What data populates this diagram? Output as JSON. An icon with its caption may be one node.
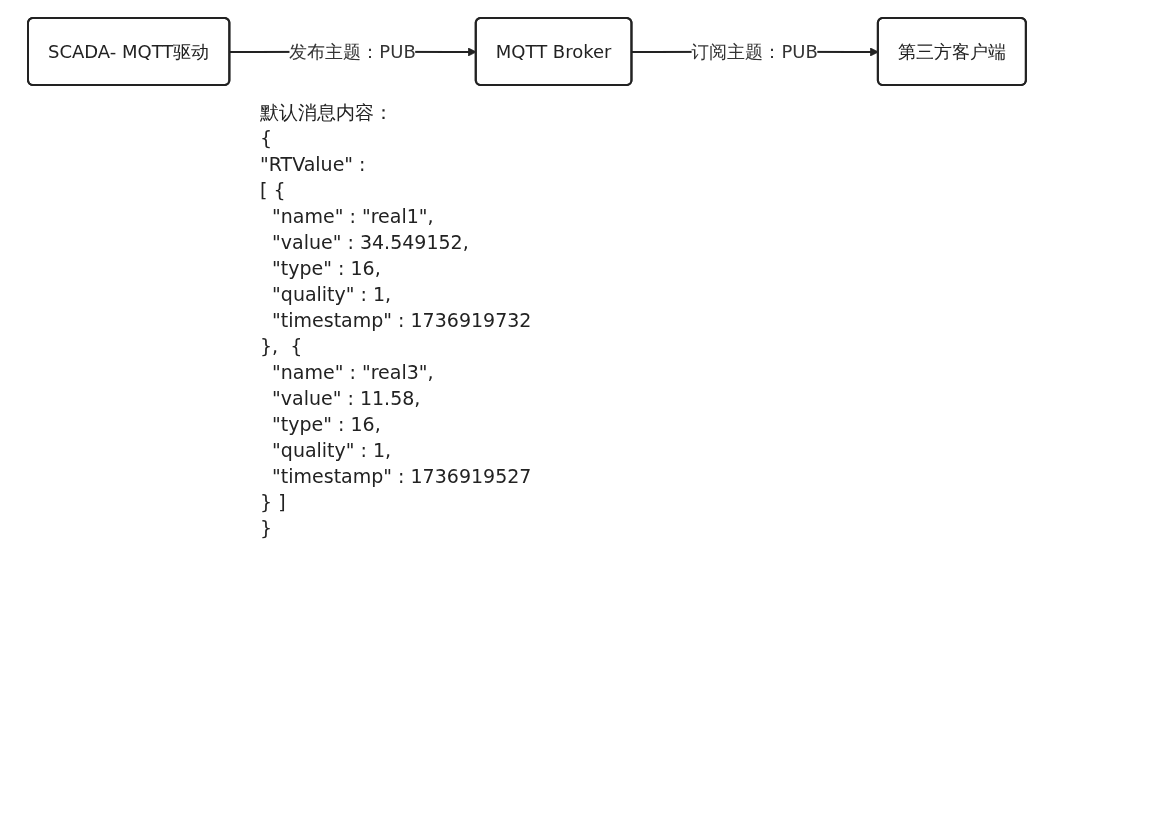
{
  "diagram": {
    "nodes": [
      {
        "text": [
          "SCADA- MQTT驱动"
        ]
      },
      {
        "text": [
          "MQTT Broker"
        ]
      },
      {
        "text": [
          "第三方客户端"
        ]
      }
    ],
    "edges": [
      {
        "from": 0,
        "to": 1,
        "arrow": "to",
        "label": "发布主题：PUB"
      },
      {
        "from": 1,
        "to": 2,
        "arrow": "to",
        "label": "订阅主题：PUB"
      }
    ],
    "labels": [
      "默认消息内容：",
      "{",
      "\"RTValue\" :",
      "[ {",
      "  \"name\" : \"real1\",",
      "  \"value\" : 34.549152,",
      "  \"type\" : 16,",
      "  \"quality\" : 1,",
      "  \"timestamp\" : 1736919732",
      "},  {",
      "  \"name\" : \"real3\",",
      "  \"value\" : 11.58,",
      "  \"type\" : 16,",
      "  \"quality\" : 1,",
      "  \"timestamp\" : 1736919527",
      "} ]",
      "}"
    ]
  }
}
